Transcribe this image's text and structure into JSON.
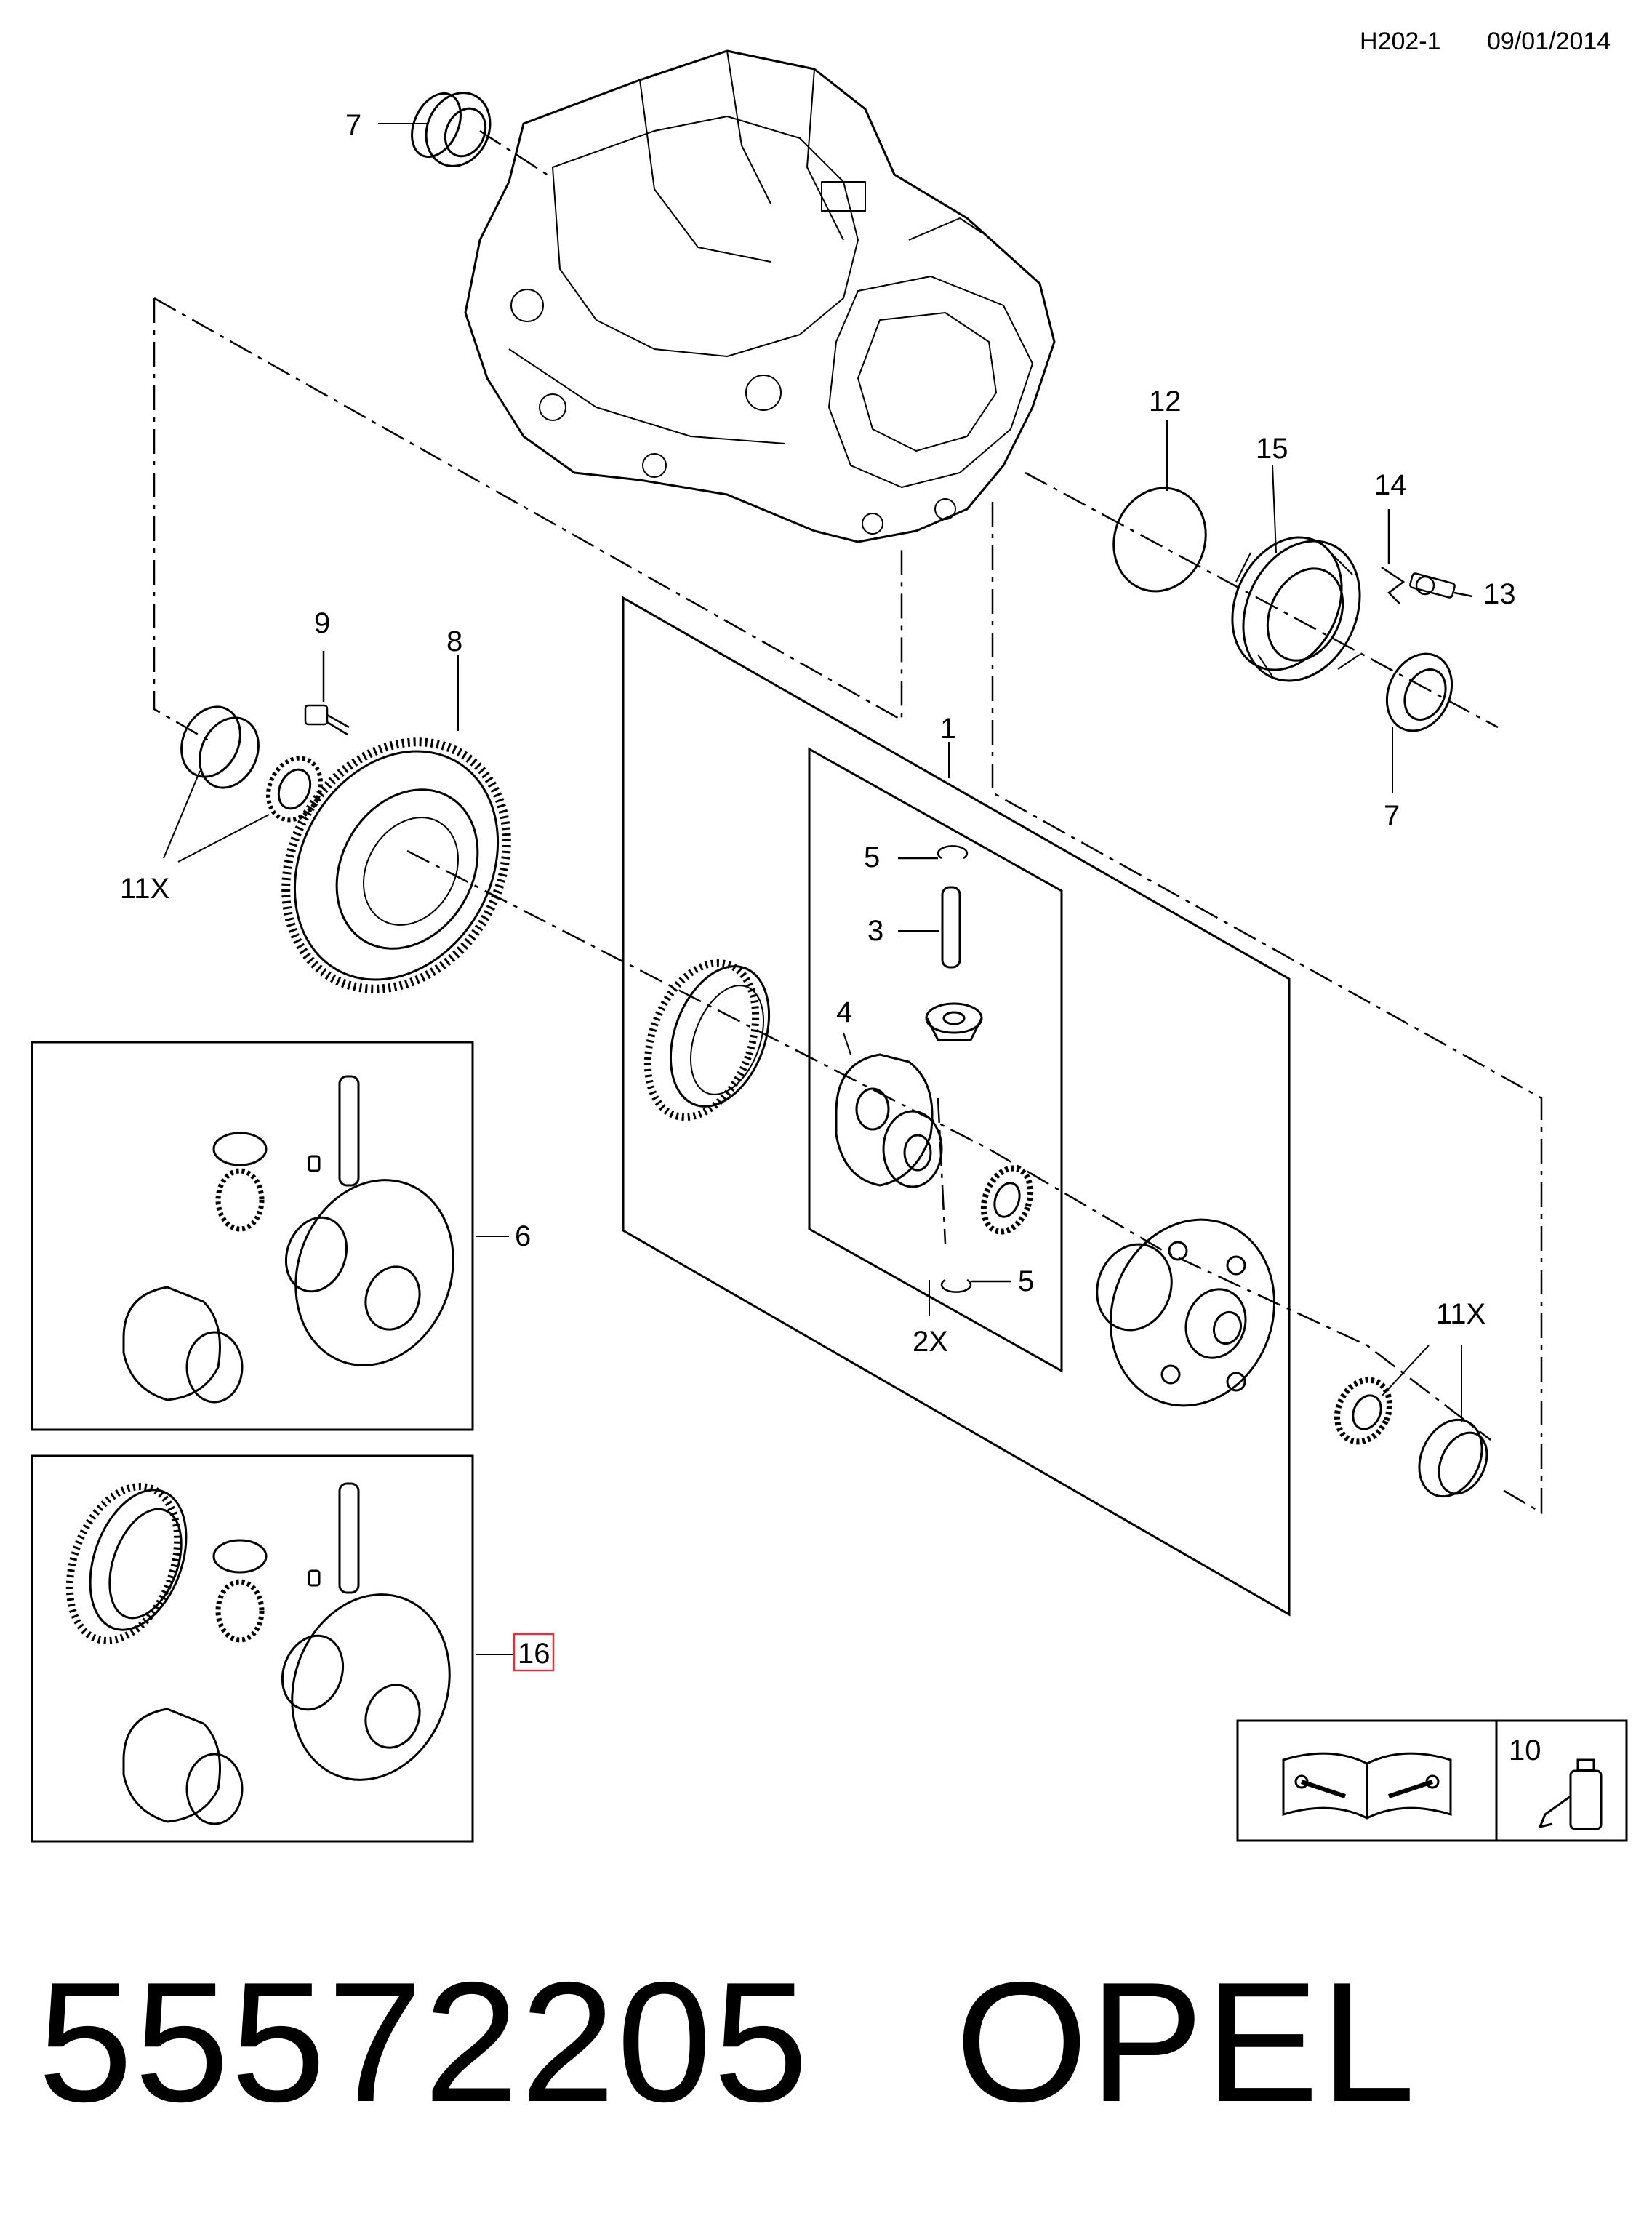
{
  "header": {
    "diagram_code": "H202-1",
    "date": "09/01/2014"
  },
  "callouts": {
    "c1": "1",
    "c2x": "2X",
    "c3": "3",
    "c4": "4",
    "c5_top": "5",
    "c5_bottom": "5",
    "c6": "6",
    "c7_top": "7",
    "c7_right": "7",
    "c8": "8",
    "c9": "9",
    "c10": "10",
    "c11x_left": "11X",
    "c11x_right": "11X",
    "c12": "12",
    "c13": "13",
    "c14": "14",
    "c15": "15",
    "c16": "16"
  },
  "highlight_color": "#e0303a",
  "icons": {
    "manual": "service-manual-icon",
    "sealant": "sealant-tube-icon"
  },
  "footer": {
    "part_number": "55572205",
    "brand": "OPEL"
  }
}
